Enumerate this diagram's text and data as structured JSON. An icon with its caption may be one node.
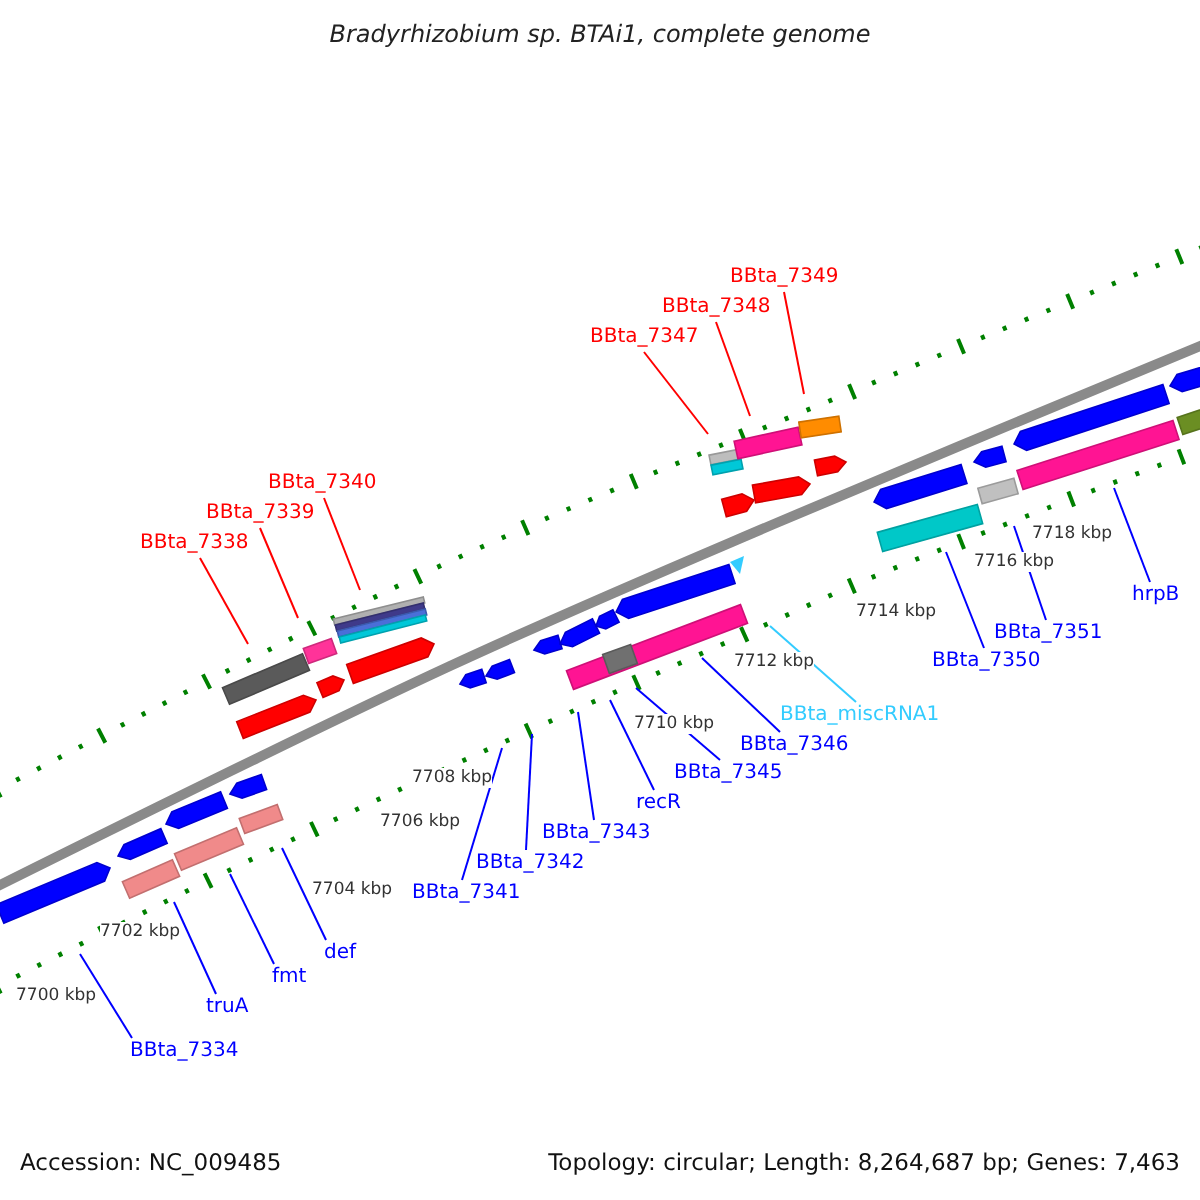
{
  "diagram": {
    "title": "Bradyrhizobium sp. BTAi1, complete genome",
    "nodes": [
      {
        "text": [
          "BBta_7349"
        ]
      },
      {
        "text": [
          "BBta_7348"
        ]
      },
      {
        "text": [
          "BBta_7347"
        ]
      },
      {
        "text": [
          "BBta_7340"
        ]
      },
      {
        "text": [
          "BBta_7339"
        ]
      },
      {
        "text": [
          "BBta_7338"
        ]
      },
      {
        "text": [
          "hrpB"
        ]
      },
      {
        "text": [
          "BBta_7351"
        ]
      },
      {
        "text": [
          "BBta_7350"
        ]
      },
      {
        "text": [
          "BBta_miscRNA1"
        ]
      },
      {
        "text": [
          "BBta_7346"
        ]
      },
      {
        "text": [
          "BBta_7345"
        ]
      },
      {
        "text": [
          "recR"
        ]
      },
      {
        "text": [
          "BBta_7343"
        ]
      },
      {
        "text": [
          "BBta_7342"
        ]
      },
      {
        "text": [
          "BBta_7341"
        ]
      },
      {
        "text": [
          "def"
        ]
      },
      {
        "text": [
          "fmt"
        ]
      },
      {
        "text": [
          "truA"
        ]
      },
      {
        "text": [
          "BBta_7334"
        ]
      }
    ],
    "edges": [
      {
        "from": 0,
        "to": null,
        "arrow": "none",
        "color": "#ff0000"
      },
      {
        "from": 1,
        "to": null,
        "arrow": "none",
        "color": "#ff0000"
      },
      {
        "from": 2,
        "to": null,
        "arrow": "none",
        "color": "#ff0000"
      },
      {
        "from": 3,
        "to": null,
        "arrow": "none",
        "color": "#ff0000"
      },
      {
        "from": 4,
        "to": null,
        "arrow": "none",
        "color": "#ff0000"
      },
      {
        "from": 5,
        "to": null,
        "arrow": "none",
        "color": "#ff0000"
      },
      {
        "from": 6,
        "to": null,
        "arrow": "none"
      },
      {
        "from": 7,
        "to": null,
        "arrow": "none"
      },
      {
        "from": 8,
        "to": null,
        "arrow": "none"
      },
      {
        "from": 9,
        "to": null,
        "arrow": "none",
        "color": "#33ccff"
      },
      {
        "from": 10,
        "to": null,
        "arrow": "none"
      },
      {
        "from": 11,
        "to": null,
        "arrow": "none"
      },
      {
        "from": 12,
        "to": null,
        "arrow": "none"
      },
      {
        "from": 13,
        "to": null,
        "arrow": "none"
      },
      {
        "from": 14,
        "to": null,
        "arrow": "none"
      },
      {
        "from": 15,
        "to": null,
        "arrow": "none"
      },
      {
        "from": 16,
        "to": null,
        "arrow": "none"
      },
      {
        "from": 17,
        "to": null,
        "arrow": "none"
      },
      {
        "from": 18,
        "to": null,
        "arrow": "none"
      },
      {
        "from": 19,
        "to": null,
        "arrow": "none"
      }
    ],
    "labels": [
      "7718 kbp",
      "7716 kbp",
      "7714 kbp",
      "7712 kbp",
      "7710 kbp",
      "7708 kbp",
      "7706 kbp",
      "7704 kbp",
      "7702 kbp",
      "7700 kbp",
      "Accession: NC_009485",
      "Topology: circular; Length: 8,264,687 bp; Genes: 7,463"
    ]
  }
}
